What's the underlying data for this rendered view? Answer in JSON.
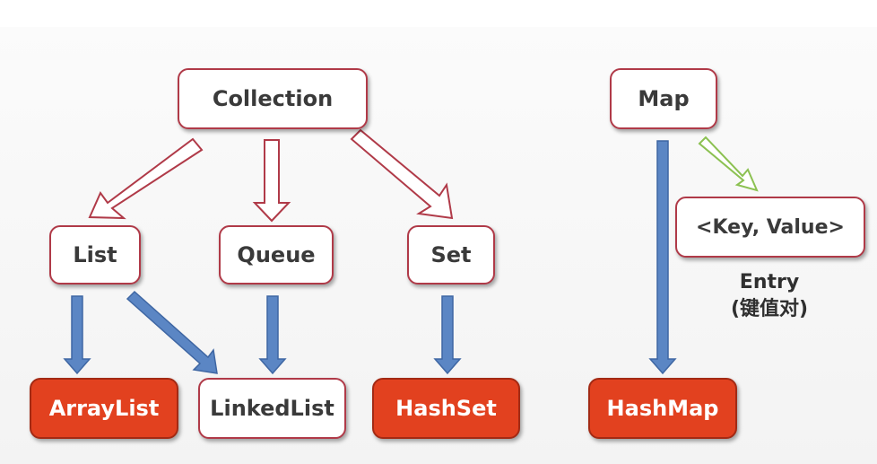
{
  "nodes": {
    "collection": "Collection",
    "list": "List",
    "queue": "Queue",
    "set": "Set",
    "arraylist": "ArrayList",
    "linkedlist": "LinkedList",
    "hashset": "HashSet",
    "map": "Map",
    "keyvalue": "<Key, Value>",
    "hashmap": "HashMap"
  },
  "entry": {
    "label": "Entry",
    "sublabel": "(键值对)"
  },
  "colors": {
    "interface_border": "#b03a48",
    "implementation_fill": "#e2411f",
    "inherit_arrow": "#b03a48",
    "implement_arrow": "#5b86c4",
    "entry_arrow": "#8cc152"
  }
}
